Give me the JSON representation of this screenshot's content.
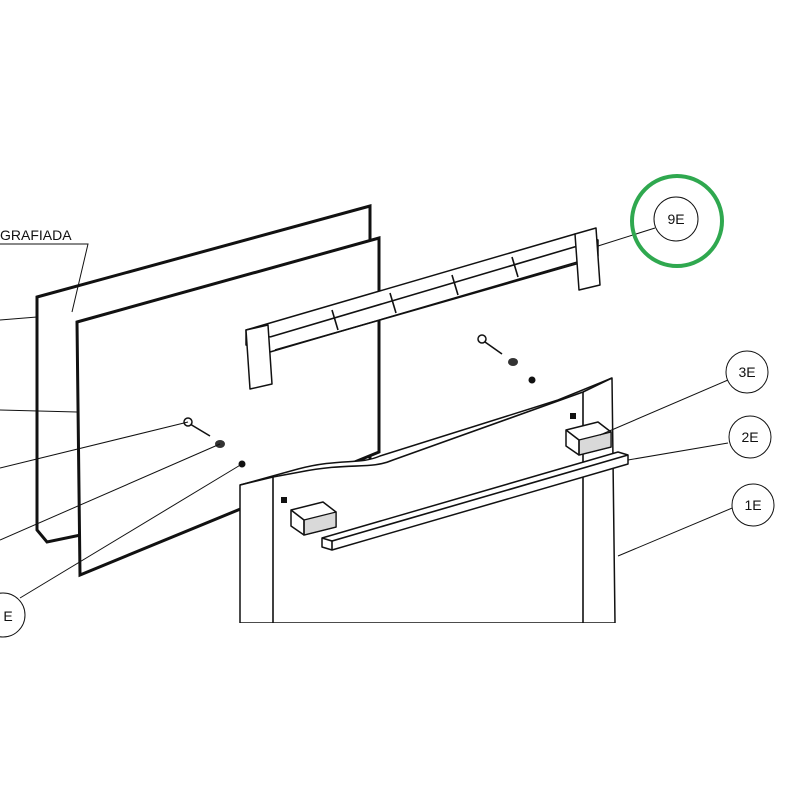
{
  "labels": {
    "grafiada": "GRAFIADA",
    "c9e": "9E",
    "c3e": "3E",
    "c2e": "2E",
    "c1e": "1E",
    "cpartial": "E"
  },
  "colors": {
    "highlight": "#2fa84f",
    "line": "#111111"
  }
}
